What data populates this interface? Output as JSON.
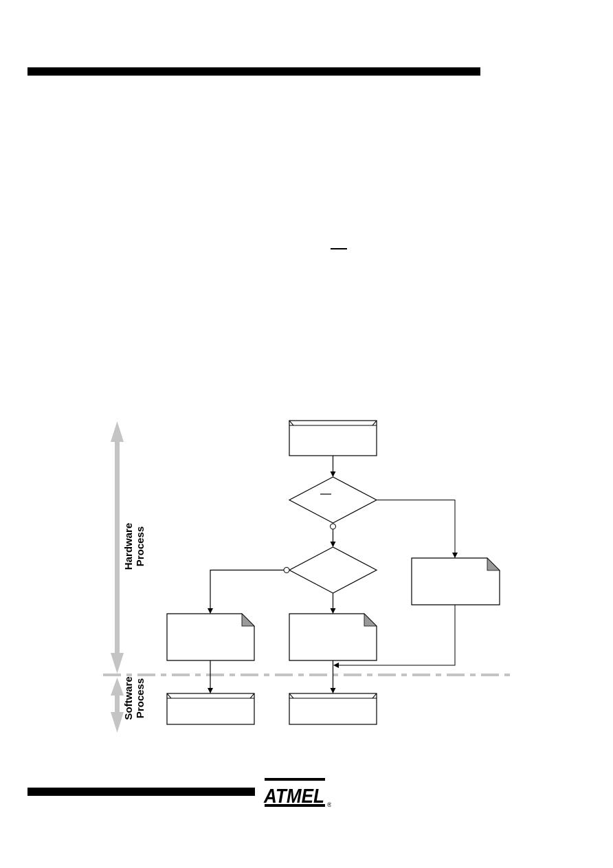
{
  "side_labels": {
    "hardware": [
      "Hardware",
      "Process"
    ],
    "software": [
      "Software",
      "Process"
    ]
  },
  "logo": {
    "text": "ATMEL",
    "registered": "®"
  },
  "colors": {
    "ink": "#000000",
    "lane": "#c4c4c4",
    "fold": "#9a9a9a",
    "paper": "#ffffff"
  }
}
